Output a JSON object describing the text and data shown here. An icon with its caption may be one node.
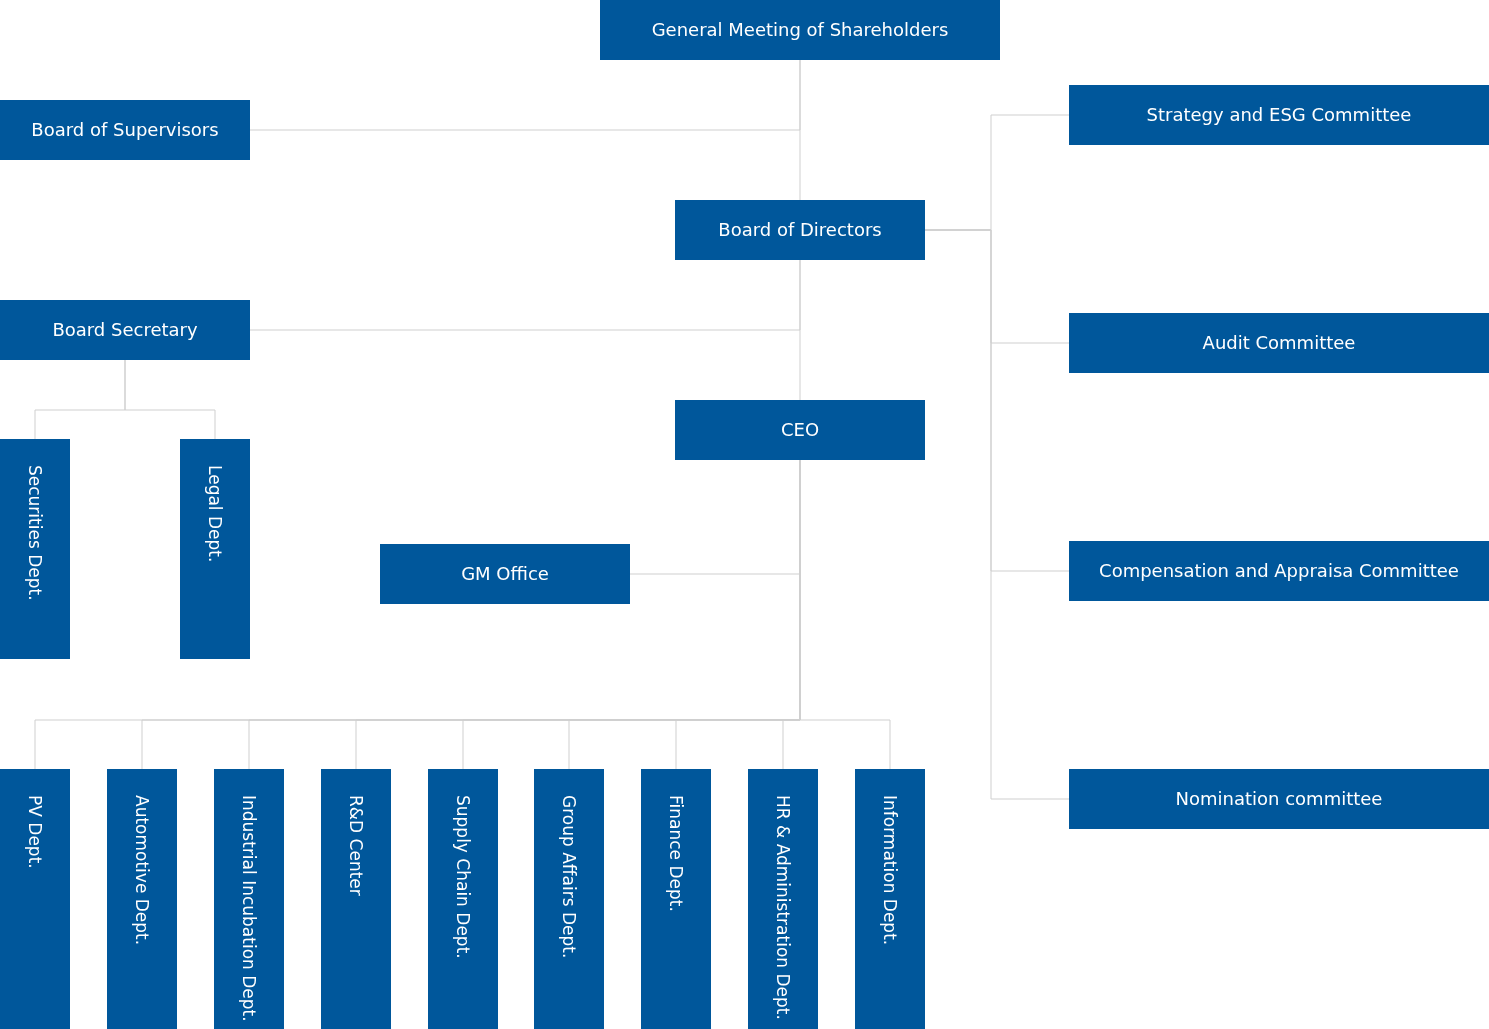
{
  "diagram": {
    "nodes": [
      {
        "text": [
          "General Meeting of Shareholders"
        ]
      },
      {
        "text": [
          "Board of Supervisors"
        ]
      },
      {
        "text": [
          "Board of Directors"
        ]
      },
      {
        "text": [
          "Strategy and ESG Committee"
        ]
      },
      {
        "text": [
          "Board Secretary"
        ]
      },
      {
        "text": [
          "Audit Committee"
        ]
      },
      {
        "text": [
          "CEO"
        ]
      },
      {
        "text": [
          "Securities Dept."
        ]
      },
      {
        "text": [
          "Legal Dept."
        ]
      },
      {
        "text": [
          "GM Office"
        ]
      },
      {
        "text": [
          "Compensation and Appraisa Committee"
        ]
      },
      {
        "text": [
          "Nomination committee"
        ]
      },
      {
        "text": [
          "PV Dept."
        ]
      },
      {
        "text": [
          "Automotive Dept."
        ]
      },
      {
        "text": [
          "Industrial Incubation Dept."
        ]
      },
      {
        "text": [
          "R&D Center"
        ]
      },
      {
        "text": [
          "Supply Chain Dept."
        ]
      },
      {
        "text": [
          "Group Affairs Dept."
        ]
      },
      {
        "text": [
          "Finance Dept."
        ]
      },
      {
        "text": [
          "HR & Administration Dept."
        ]
      },
      {
        "text": [
          "Information Dept."
        ]
      }
    ],
    "edges": [
      {
        "from": 0,
        "to": 1,
        "arrow": "none"
      },
      {
        "from": 0,
        "to": 2,
        "arrow": "none"
      },
      {
        "from": 2,
        "to": 3,
        "arrow": "none"
      },
      {
        "from": 2,
        "to": 5,
        "arrow": "none"
      },
      {
        "from": 2,
        "to": 10,
        "arrow": "none"
      },
      {
        "from": 2,
        "to": 11,
        "arrow": "none"
      },
      {
        "from": 2,
        "to": 4,
        "arrow": "none"
      },
      {
        "from": 2,
        "to": 6,
        "arrow": "none"
      },
      {
        "from": 4,
        "to": 7,
        "arrow": "none"
      },
      {
        "from": 4,
        "to": 8,
        "arrow": "none"
      },
      {
        "from": 6,
        "to": 9,
        "arrow": "none"
      },
      {
        "from": 6,
        "to": 12,
        "arrow": "none"
      },
      {
        "from": 6,
        "to": 13,
        "arrow": "none"
      },
      {
        "from": 6,
        "to": 14,
        "arrow": "none"
      },
      {
        "from": 6,
        "to": 15,
        "arrow": "none"
      },
      {
        "from": 6,
        "to": 16,
        "arrow": "none"
      },
      {
        "from": 6,
        "to": 17,
        "arrow": "none"
      },
      {
        "from": 6,
        "to": 18,
        "arrow": "none"
      },
      {
        "from": 6,
        "to": 19,
        "arrow": "none"
      },
      {
        "from": 6,
        "to": 20,
        "arrow": "none"
      }
    ]
  }
}
